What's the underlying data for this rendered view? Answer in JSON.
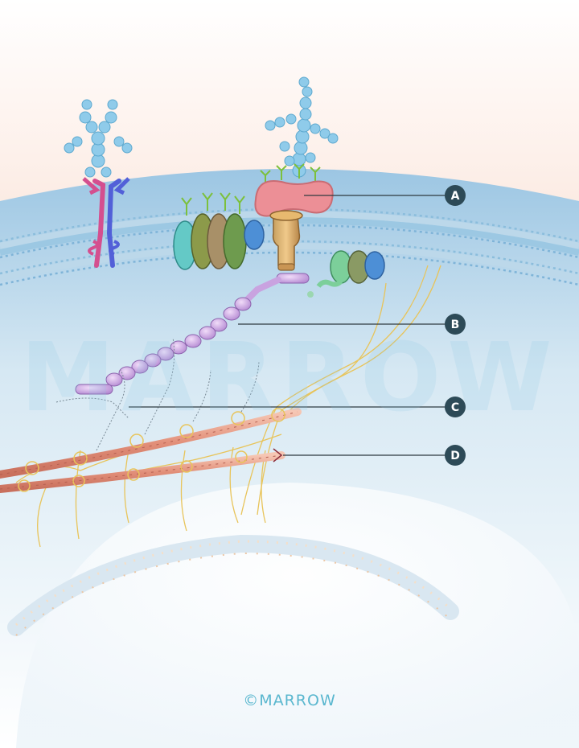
{
  "diagram": {
    "labels": [
      "A",
      "B",
      "C",
      "D"
    ],
    "watermark_text": "MARROW",
    "copyright": "©MARROW",
    "colors": {
      "badge": "#2d4a57",
      "membrane": "#7fb4d8",
      "glycan": "#7cc4e6",
      "dystroglycan": "#e88d92",
      "actin": "#e8a48c",
      "dystrophin": "#c9a3e0",
      "filament": "#e8c45a"
    }
  }
}
